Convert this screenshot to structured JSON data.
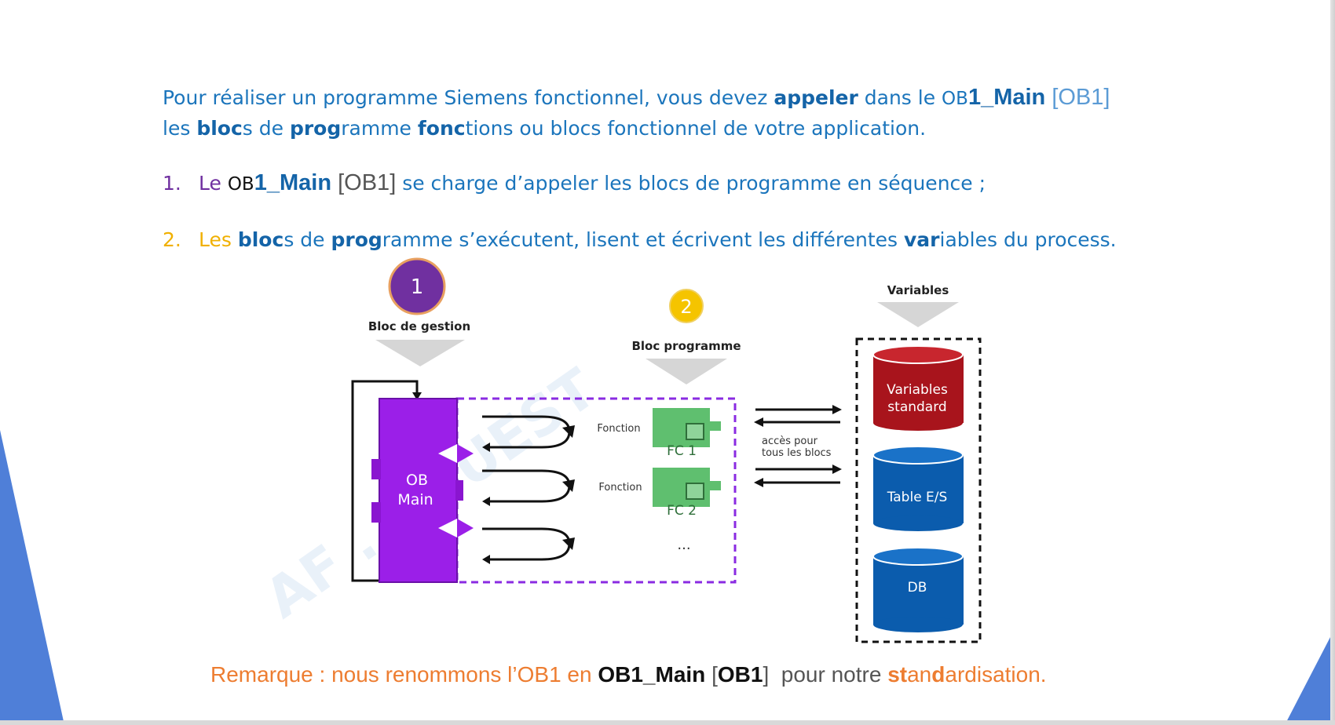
{
  "intro": {
    "part1": "Pour réaliser un programme Siemens fonctionnel, vous devez ",
    "appeler": "appeler",
    "part2": " dans le ",
    "ob_prefix": "OB",
    "ob_main": "1_Main",
    "ob_bracket": " [OB1]",
    "line2_a": "les ",
    "bloc": "bloc",
    "line2_b": "s de ",
    "prog": "prog",
    "line2_c": "ramme ",
    "fonc": "fonc",
    "line2_d": "tions ou blocs fonctionnel de votre application."
  },
  "item1": {
    "number": "1.",
    "le": "Le ",
    "ob_prefix": "OB",
    "ob_main": "1_Main",
    "ob_bracket": " [OB1]",
    "text": " se charge d’appeler les blocs de programme en séquence ;"
  },
  "item2": {
    "number": "2.",
    "les": "Les ",
    "bloc": "bloc",
    "t1": "s de ",
    "prog": "prog",
    "t2": "ramme s’exécutent, lisent et écrivent les différentes ",
    "var": "var",
    "t3": "iables du process."
  },
  "diagram": {
    "badge1": "1",
    "badge2": "2",
    "bloc_gestion": "Bloc de gestion",
    "bloc_programme": "Bloc programme",
    "variables_title": "Variables",
    "ob_line1": "OB",
    "ob_line2": "Main",
    "fonction1": "Fonction",
    "fonction2": "Fonction",
    "fc1": "FC 1",
    "fc2": "FC 2",
    "ellipsis": "...",
    "acces_line1": "accès pour",
    "acces_line2": "tous les blocs",
    "db1_line1": "Variables",
    "db1_line2": "standard",
    "db2": "Table E/S",
    "db3": "DB",
    "watermark": "AF  ...  OUEST",
    "colors": {
      "ob_purple": "#9b1fe8",
      "fc_green": "#5fbf6f",
      "db_red": "#a8141c",
      "db_blue": "#0b5cad",
      "badge1": "#7030a0",
      "badge2": "#f5c400"
    }
  },
  "remark": {
    "a": "Remarque : nous renommons l’OB1 en ",
    "ob": "OB1_Main",
    "b": " [",
    "ob1": "OB1",
    "c": "]  pour notre ",
    "st": "st",
    "d": "an",
    "dd": "d",
    "e": "ardisation."
  }
}
